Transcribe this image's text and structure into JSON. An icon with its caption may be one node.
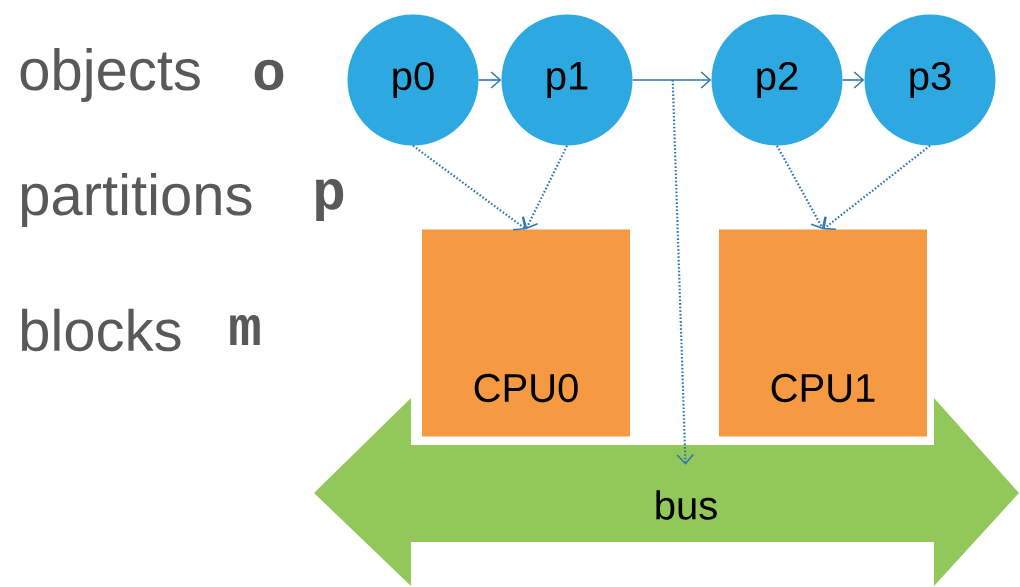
{
  "diagram": {
    "nodes": [
      {
        "text": [
          "p0"
        ]
      },
      {
        "text": [
          "p1"
        ]
      },
      {
        "text": [
          "p2"
        ]
      },
      {
        "text": [
          "p3"
        ]
      },
      {
        "text": [
          "CPU0"
        ]
      },
      {
        "text": [
          "CPU1"
        ]
      },
      {
        "text": [
          "bus"
        ]
      }
    ],
    "edges": [
      {
        "from": 0,
        "to": 1,
        "arrow": "to"
      },
      {
        "from": 1,
        "to": 2,
        "arrow": "to"
      },
      {
        "from": 2,
        "to": 3,
        "arrow": "to"
      },
      {
        "from": 1,
        "to": 6,
        "arrow": "to",
        "style": "dashed"
      },
      {
        "from": 0,
        "to": 4,
        "arrow": "to",
        "style": "dashed"
      },
      {
        "from": 1,
        "to": 4,
        "arrow": "to",
        "style": "dashed"
      },
      {
        "from": 2,
        "to": 5,
        "arrow": "to",
        "style": "dashed"
      },
      {
        "from": 3,
        "to": 5,
        "arrow": "to",
        "style": "dashed"
      }
    ],
    "labels": [
      "objects",
      "o",
      "partitions",
      "p",
      "blocks",
      "m"
    ]
  }
}
